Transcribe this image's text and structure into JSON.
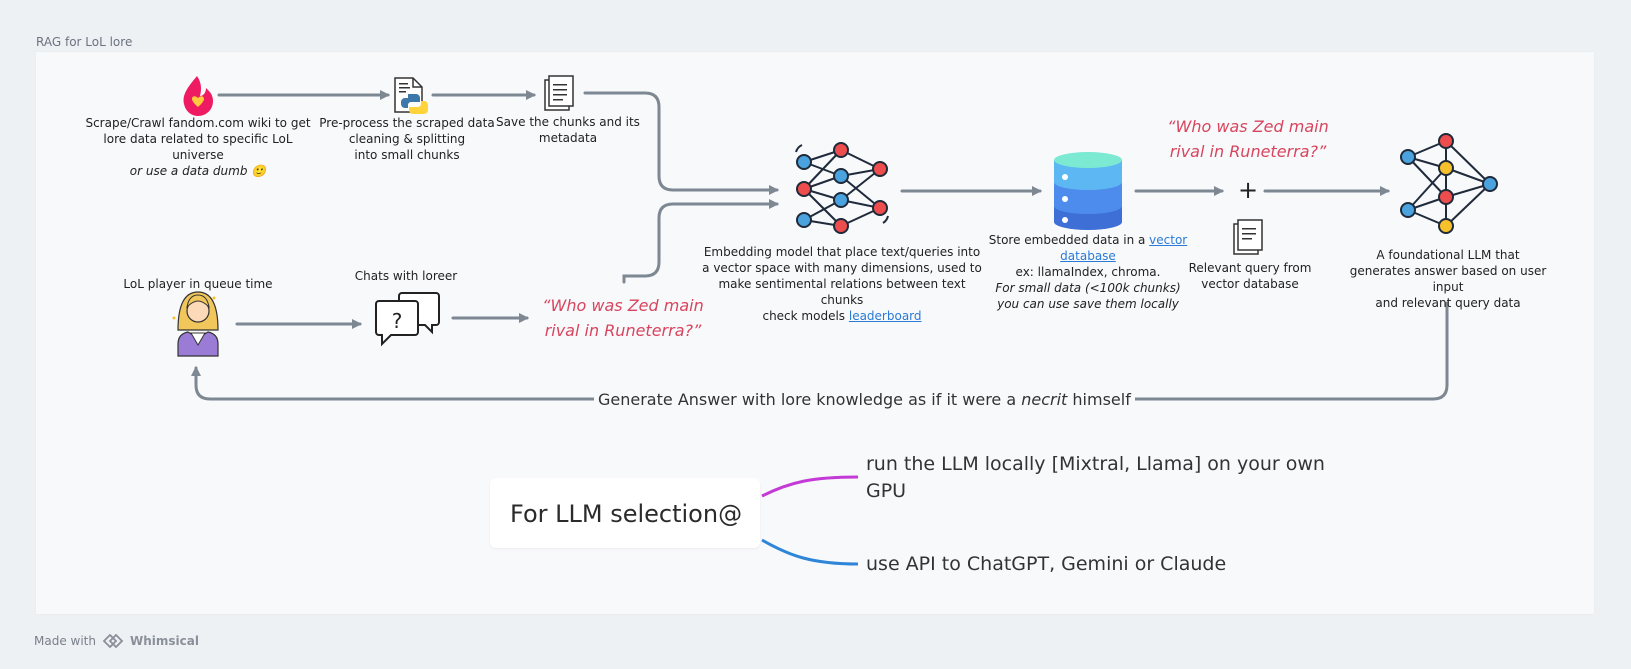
{
  "board_title": "RAG for LoL lore",
  "steps": {
    "scrape": {
      "line1": "Scrape/Crawl fandom.com wiki to get",
      "line2": "lore data related to specific LoL universe",
      "line3": "or use a data dumb 🙂"
    },
    "preprocess": {
      "line1": "Pre-process the scraped data",
      "line2": "cleaning & splitting",
      "line3": "into small chunks"
    },
    "save": {
      "line1": "Save the chunks and its",
      "line2": "metadata"
    },
    "embedding": {
      "line1": "Embedding model that place text/queries into",
      "line2": "a vector space with many dimensions, used to",
      "line3": "make sentimental relations between text chunks",
      "line4_prefix": "check models ",
      "line4_link": "leaderboard"
    },
    "store": {
      "line1_prefix": "Store embedded data in a ",
      "line1_link": "vector database",
      "line2": "ex: llamaIndex, chroma.",
      "line3": "For small data (<100k chunks)",
      "line4": "you can use save them locally"
    },
    "relevant": {
      "line1": "Relevant query from",
      "line2": "vector database"
    },
    "llm": {
      "line1": "A foundational LLM that",
      "line2": "generates answer based on user input",
      "line3": "and relevant query data"
    },
    "player": {
      "label": "LoL player in queue time"
    },
    "chats": {
      "label": "Chats with loreer"
    }
  },
  "quote_query": {
    "line1": "“Who was Zed main",
    "line2": "rival in Runeterra?”"
  },
  "quote_user": {
    "line1": "“Who was Zed main",
    "line2": "rival in Runeterra?”"
  },
  "plus_sign": "+",
  "answer_label": {
    "part1": "Generate Answer with lore knowledge as if it were a ",
    "part2": "necrit",
    "part3": " himself"
  },
  "selection": {
    "root": "For LLM selection@",
    "option_local_line1": "run the LLM locally [Mixtral, Llama] on your own",
    "option_local_line2": "GPU",
    "option_api": "use API to ChatGPT, Gemini or Claude"
  },
  "footer": {
    "made_with": "Made with",
    "brand": "Whimsical"
  },
  "colors": {
    "arrow": "#7d8893",
    "quote": "#d8455e",
    "link": "#2a7ad6",
    "branch_local": "#c43ad6",
    "branch_api": "#2f86d8"
  }
}
